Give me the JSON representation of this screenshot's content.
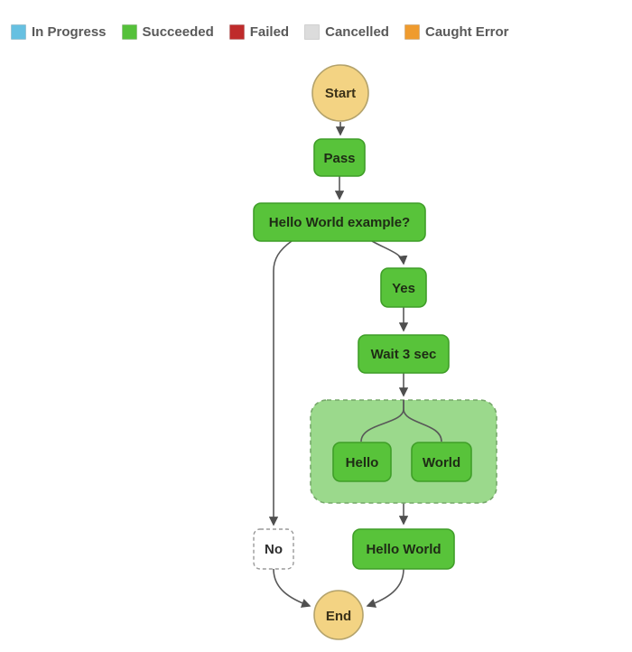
{
  "legend": {
    "items": [
      {
        "label": "In Progress",
        "color": "#66c0e1"
      },
      {
        "label": "Succeeded",
        "color": "#55c13a"
      },
      {
        "label": "Failed",
        "color": "#bf2b2b"
      },
      {
        "label": "Cancelled",
        "color": "#dcdcdc"
      },
      {
        "label": "Caught Error",
        "color": "#ef9b2e"
      }
    ]
  },
  "workflow": {
    "nodes": {
      "start": {
        "label": "Start",
        "status": "terminal"
      },
      "pass": {
        "label": "Pass",
        "status": "succeeded"
      },
      "choice": {
        "label": "Hello World example?",
        "status": "succeeded"
      },
      "yes": {
        "label": "Yes",
        "status": "succeeded"
      },
      "no": {
        "label": "No",
        "status": "not-executed"
      },
      "wait": {
        "label": "Wait 3 sec",
        "status": "succeeded"
      },
      "parallel_hello": {
        "label": "Hello",
        "status": "succeeded"
      },
      "parallel_world": {
        "label": "World",
        "status": "succeeded"
      },
      "hello_world": {
        "label": "Hello World",
        "status": "succeeded"
      },
      "end": {
        "label": "End",
        "status": "terminal"
      }
    },
    "colors": {
      "succeeded_fill": "#58c33a",
      "succeeded_border": "#3f9e28",
      "terminal_fill": "#f3d383",
      "terminal_border": "#b3a26b",
      "parallel_fill": "#9bd98c",
      "parallel_border": "#76a86a",
      "not_executed_fill": "#ffffff",
      "not_executed_border": "#9a9a9a",
      "edge": "#585858"
    }
  }
}
